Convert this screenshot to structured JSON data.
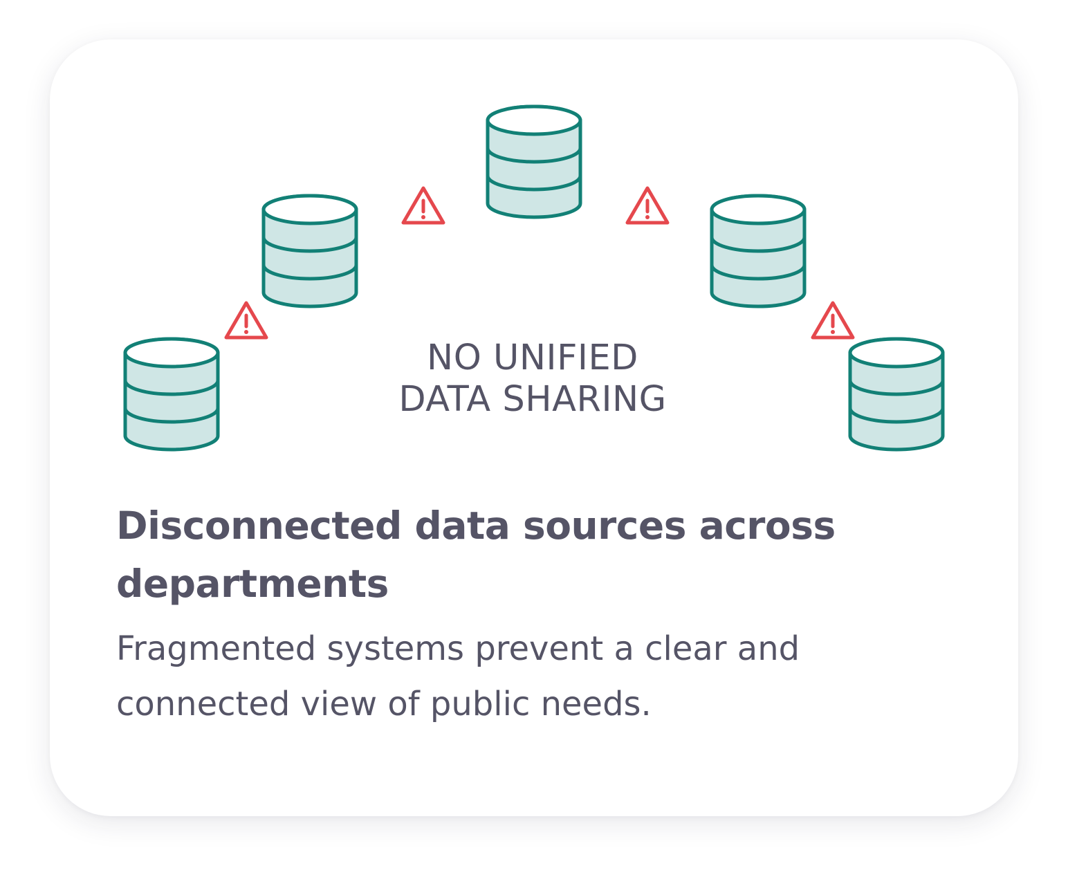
{
  "colors": {
    "database_stroke": "#128076",
    "database_fill": "#cfe6e5",
    "warning": "#e5484d",
    "text": "#555466",
    "card_bg": "#ffffff"
  },
  "diagram": {
    "caption_line1": "NO UNIFIED",
    "caption_line2": "DATA SHARING",
    "database_icon": "database-icon",
    "warning_icon": "warning-triangle-icon"
  },
  "heading": "Disconnected data sources across departments",
  "body": "Fragmented systems prevent a clear and connected view of public needs."
}
